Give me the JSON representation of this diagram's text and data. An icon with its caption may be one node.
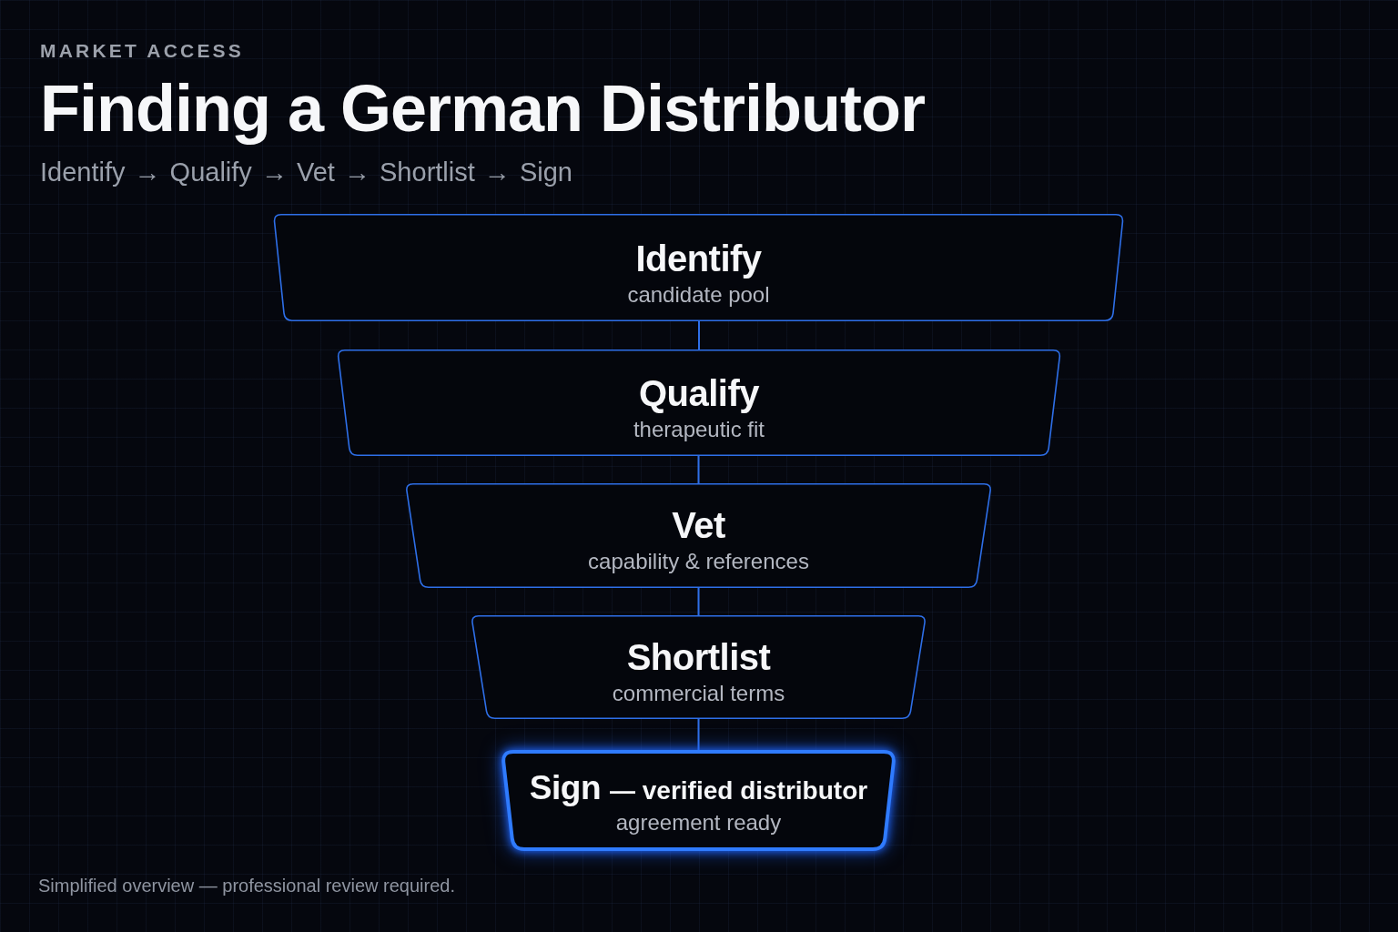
{
  "diagram": {
    "title": "Finding a German Distributor",
    "nodes": [
      {
        "text": [
          "Identify",
          "candidate pool"
        ]
      },
      {
        "text": [
          "Qualify",
          "therapeutic fit"
        ]
      },
      {
        "text": [
          "Vet",
          "capability & references"
        ]
      },
      {
        "text": [
          "Shortlist",
          "commercial terms"
        ]
      },
      {
        "text": [
          "Sign",
          "— verified distributor",
          "agreement ready"
        ]
      }
    ],
    "edges": [
      {
        "from": 0,
        "to": 1,
        "arrow": "none"
      },
      {
        "from": 1,
        "to": 2,
        "arrow": "none"
      },
      {
        "from": 2,
        "to": 3,
        "arrow": "none"
      },
      {
        "from": 3,
        "to": 4,
        "arrow": "none"
      }
    ],
    "labels": [
      "MARKET ACCESS",
      "Identify → Qualify → Vet → Shortlist → Sign",
      "Simplified overview — professional review required."
    ]
  }
}
